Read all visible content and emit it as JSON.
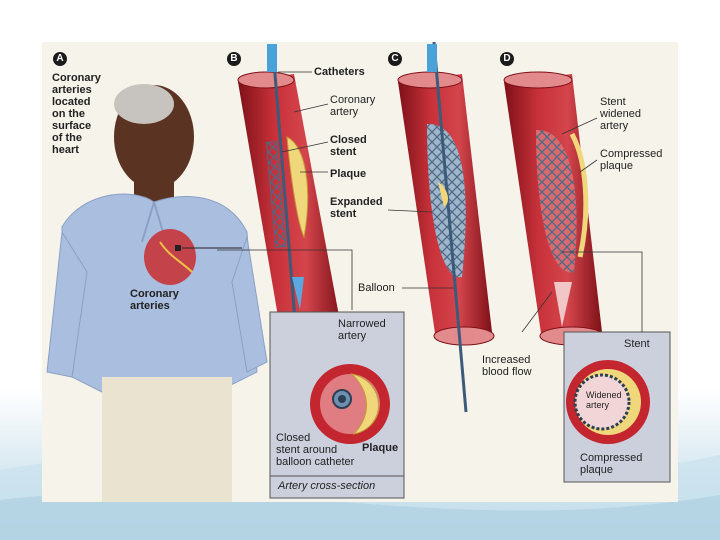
{
  "panels": {
    "a": {
      "badge": "A",
      "intro": "Coronary\narteries\nlocated\non the\nsurface\nof the\nheart",
      "coronary": "Coronary\narteries"
    },
    "b": {
      "badge": "B",
      "catheters": "Catheters",
      "coronary_artery": "Coronary\nartery",
      "closed_stent": "Closed\nstent",
      "plaque": "Plaque",
      "expanded_stent": "Expanded\nstent",
      "balloon": "Balloon"
    },
    "c": {
      "badge": "C"
    },
    "d": {
      "badge": "D",
      "stent_widened": "Stent\nwidened\nartery",
      "compressed_plaque": "Compressed\nplaque",
      "increased_flow": "Increased\nblood flow"
    }
  },
  "inset_left": {
    "narrowed": "Narrowed\nartery",
    "closed_stent": "Closed\nstent around\nballoon catheter",
    "plaque": "Plaque",
    "caption": "Artery cross-section"
  },
  "inset_right": {
    "stent": "Stent",
    "widened": "Widened\nartery",
    "compressed": "Compressed\nplaque"
  },
  "colors": {
    "artery": "#b8232b",
    "plaque": "#f0d77c",
    "stent": "#6f8fb0",
    "shirt": "#aabfdf",
    "skin": "#6b3f2a"
  }
}
